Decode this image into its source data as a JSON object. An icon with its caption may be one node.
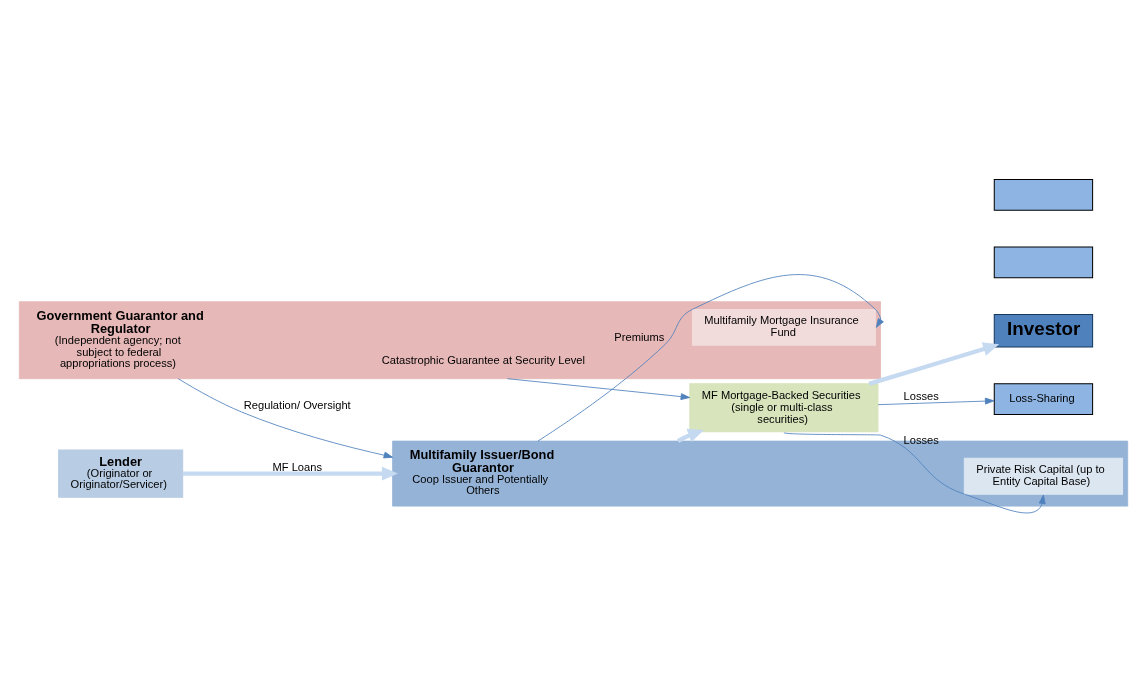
{
  "diagram": {
    "nodes": [
      {
        "text": [
          "Government Guarantor and Regulator",
          "(Independent agency; not subject to federal appropriations process)"
        ]
      },
      {
        "text": [
          "Multifamily Mortgage Insurance Fund"
        ],
        "in": 0
      },
      {
        "text": [
          "Multifamily Issuer/Bond Guarantor",
          "Coop Issuer and Potentially Others"
        ]
      },
      {
        "text": [
          "Private Risk Capital (up to Entity Capital Base)"
        ],
        "in": 2
      },
      {
        "text": [
          "Lender",
          "(Originator or Originator/Servicer)"
        ]
      },
      {
        "text": [
          "MF Mortgage-Backed Securities (single or multi-class securities)"
        ]
      },
      {
        "text": [
          "Investor"
        ]
      },
      {
        "text": [],
        "shape": "box"
      },
      {
        "text": [],
        "shape": "box"
      },
      {
        "text": [
          "Loss-Sharing"
        ]
      }
    ],
    "edges": [
      {
        "from": 0,
        "to": 2,
        "arrow": "to",
        "label": "Regulation/ Oversight"
      },
      {
        "from": 2,
        "to": 1,
        "arrow": "to",
        "label": "Premiums"
      },
      {
        "from": 0,
        "to": 5,
        "arrow": "to",
        "label": "Catastrophic Guarantee at Security Level"
      },
      {
        "from": 4,
        "to": 2,
        "arrow": "to",
        "label": "MF Loans",
        "style": "thick",
        "color": "#c5d9f1"
      },
      {
        "from": 2,
        "to": 5,
        "arrow": "to",
        "style": "thick",
        "color": "#c5d9f1"
      },
      {
        "from": 5,
        "to": 6,
        "arrow": "to",
        "style": "thick",
        "color": "#c5d9f1"
      },
      {
        "from": 5,
        "to": 3,
        "arrow": "to",
        "label": "Losses"
      },
      {
        "from": 5,
        "to": 9,
        "arrow": "to",
        "label": "Losses"
      }
    ]
  }
}
